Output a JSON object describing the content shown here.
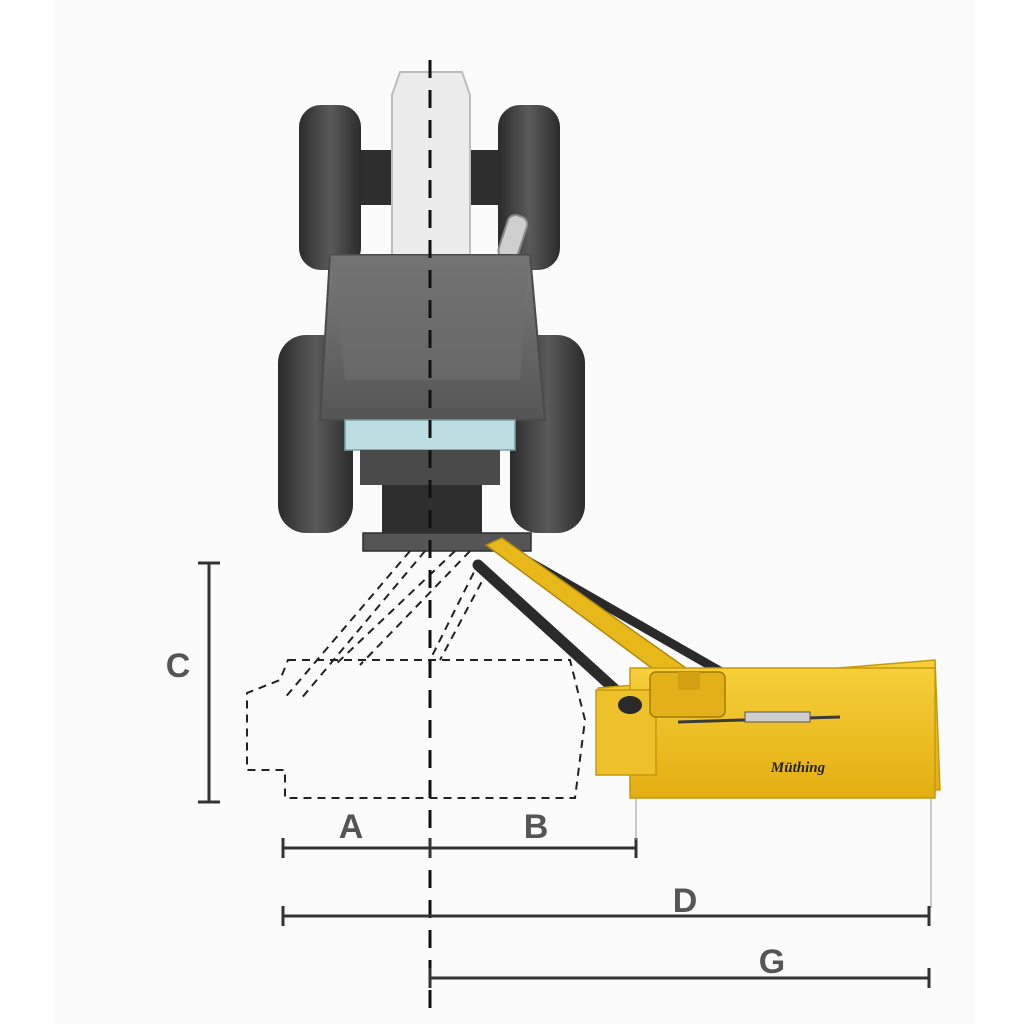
{
  "diagram": {
    "dimension_labels": {
      "a": "A",
      "b": "B",
      "c": "C",
      "d": "D",
      "g": "G"
    },
    "brand_text": "Müthing",
    "colors": {
      "mower_yellow": "#f2c21c",
      "tractor_body": "#6b6b6b",
      "tire": "#3a3a3a",
      "bonnet": "#ececec",
      "window": "#bcdde2",
      "dimension_line": "#333333",
      "label_text": "#555555"
    }
  }
}
